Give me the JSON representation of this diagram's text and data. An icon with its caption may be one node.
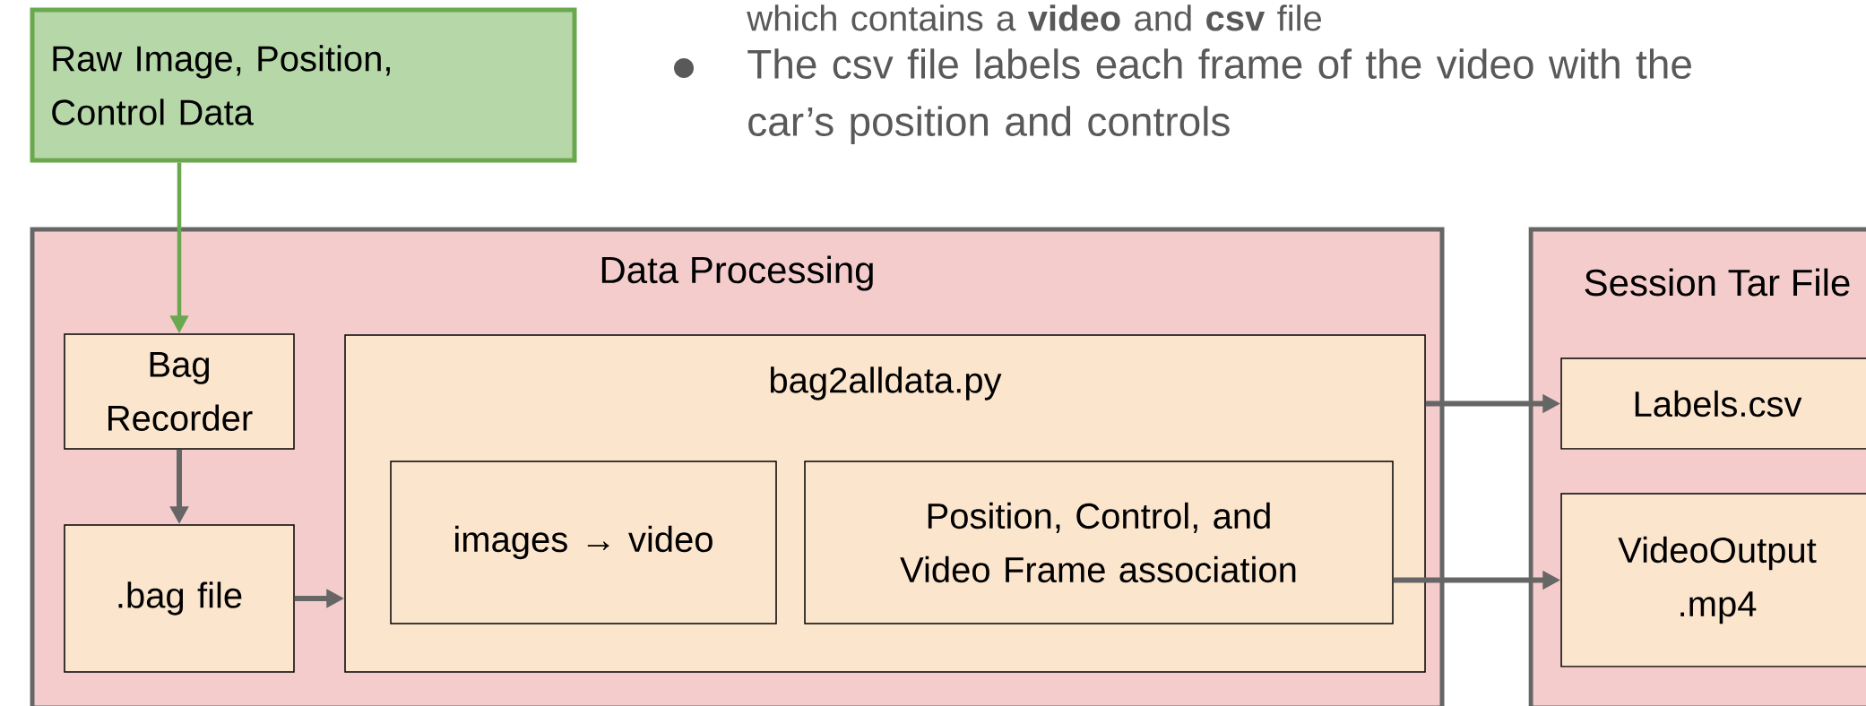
{
  "diagram": {
    "nodes": [
      {
        "text": [
          "Raw Image, Position, Control Data"
        ]
      },
      {
        "text": [
          "Data Processing"
        ]
      },
      {
        "text": [
          "Bag Recorder"
        ],
        "in": 1
      },
      {
        "text": [
          ".bag file"
        ],
        "in": 1
      },
      {
        "text": [
          "bag2alldata.py"
        ],
        "in": 1
      },
      {
        "text": [
          "images → video"
        ],
        "in": 4
      },
      {
        "text": [
          "Position, Control, and Video Frame association"
        ],
        "in": 4
      },
      {
        "text": [
          "Session Tar File"
        ]
      },
      {
        "text": [
          "Labels.csv"
        ],
        "in": 7
      },
      {
        "text": [
          "VideoOutput .mp4"
        ],
        "in": 7
      }
    ],
    "edges": [
      {
        "from": 0,
        "to": 2,
        "arrow": "to",
        "color": "#6aa84f"
      },
      {
        "from": 2,
        "to": 3,
        "arrow": "to"
      },
      {
        "from": 3,
        "to": 4,
        "arrow": "to"
      },
      {
        "from": 4,
        "to": 8,
        "arrow": "to"
      },
      {
        "from": 6,
        "to": 9,
        "arrow": "to"
      }
    ],
    "labels": [
      "which contains a **video** and **csv** file",
      "The csv file labels each frame of the video with the car’s position and controls"
    ]
  }
}
